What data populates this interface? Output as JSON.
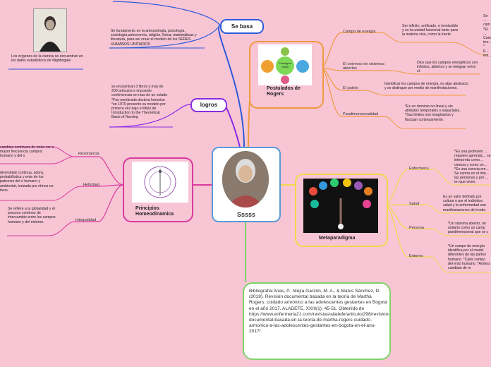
{
  "colors": {
    "background": "#f8c5d5",
    "blue": "#2e5bd8",
    "orange": "#f09a3c",
    "purple": "#8a2be2",
    "magenta": "#d93a9d",
    "yellow": "#f0d84a",
    "green": "#7fd36a"
  },
  "center": {
    "title": "Sssss"
  },
  "se_basa": {
    "label": "Se basa",
    "nightingale_text": "Los orígenes de la ciencia se encuentran en los datos estadísticos de Nightingale",
    "foundation_text": "Se fundamento en la antropología, psicología, sociología,astronomía, religión, física, matemáticas y literatura, para así crear el modelo de los SERES HUMANOS UNITARIOS"
  },
  "logros": {
    "label": "logros",
    "text": "se encuentran 3 libros y mas de 200 artículos e impoartio conferencias en mas de un estado *Fue nombrada doctora honorise *en 1970 presento su modelo por primera vez bajo el titulo de Introduction to the Theoretical Basis of Nursing"
  },
  "postulados": {
    "caption": "Postulados de Rogers",
    "image_center": "Paradigma (1983)",
    "items": [
      {
        "label": "Campo de energía",
        "text": "Ser infinito, unificado, e irreducible y es la unidad funcional tanto para la materia viva, como la inerte"
      },
      {
        "label": "El universo de sistemas abiertos",
        "text": "Dice que los campos energéticos son infinitos, abiertos y se integran entre sí."
      },
      {
        "label": "El patrón",
        "text": "Identificar los campos de energía, es algo abstracto y se distingue por medio de manifestaciones."
      },
      {
        "label": "Pandimensionalidad",
        "text": "*Es un dominio no lineal y sin atributos temporales o espaciales. *Sus limites son imaginarios y fluctúan continuamente."
      }
    ],
    "extra_text": "Se ... cam... *El ... Cam... irre... * E... ent... ene..."
  },
  "principios": {
    "caption": "Principios Homeodinamica",
    "items": [
      {
        "label": "Resonancia",
        "text": "cambios continuos de onda nor a mayor frecuencia campos: humano y del o"
      },
      {
        "label": "Helicidad",
        "text": "diversidad continua, adora, probabilística y ente de los patrones del o humano y ambiental, terizada por ritmos no tivos."
      },
      {
        "label": "Integralidad",
        "text": "Se refiere a la globalidad y el proceso continuo de intercambio entre los campos humano y del entorno."
      }
    ]
  },
  "metaparadigma": {
    "caption": "Metaparadigma",
    "items": [
      {
        "label": "Enfermería",
        "text": "*Es una profesión ... requiere aprendiz... se interpreta como... ciencia y como un... *Es una ciencia em... Se centra en el inte... las personas y por ... en que viven."
      },
      {
        "label": "Salud",
        "text": "Es un valor definido por cultura o por el individuo salud y la enfermedad son manifestaciones del modo"
      },
      {
        "label": "Persona",
        "text": "*Un sistema abierto, un unitario como un camp pandimencional que se c"
      },
      {
        "label": "Entorno",
        "text": "*Un campo de energía identifica por el model diferentes de las partes humano. *Cada campo del ento humano. *Ambos cambian de m"
      }
    ]
  },
  "bibliography": "Bibliografia:Arias, P., Mejía Garzón, M. A., & Matus Sánchez, D. (2019). Revisión documental basada en la teoría de Martha Rogers: cuidado armónico a las adolescentes gestantes en Bogotá en el año 2017. ALADEFE, XXIII(1), 45-51. Obtenido de https://www.enfermeria21.com/revistas/aladefe/articulo/298/revision-documental-basada-en-la-teoria-de-martha-rogers-cuidado-armonico-a-las-adolescentes-gestantes-en-bogota-en-el-ano-2017/"
}
